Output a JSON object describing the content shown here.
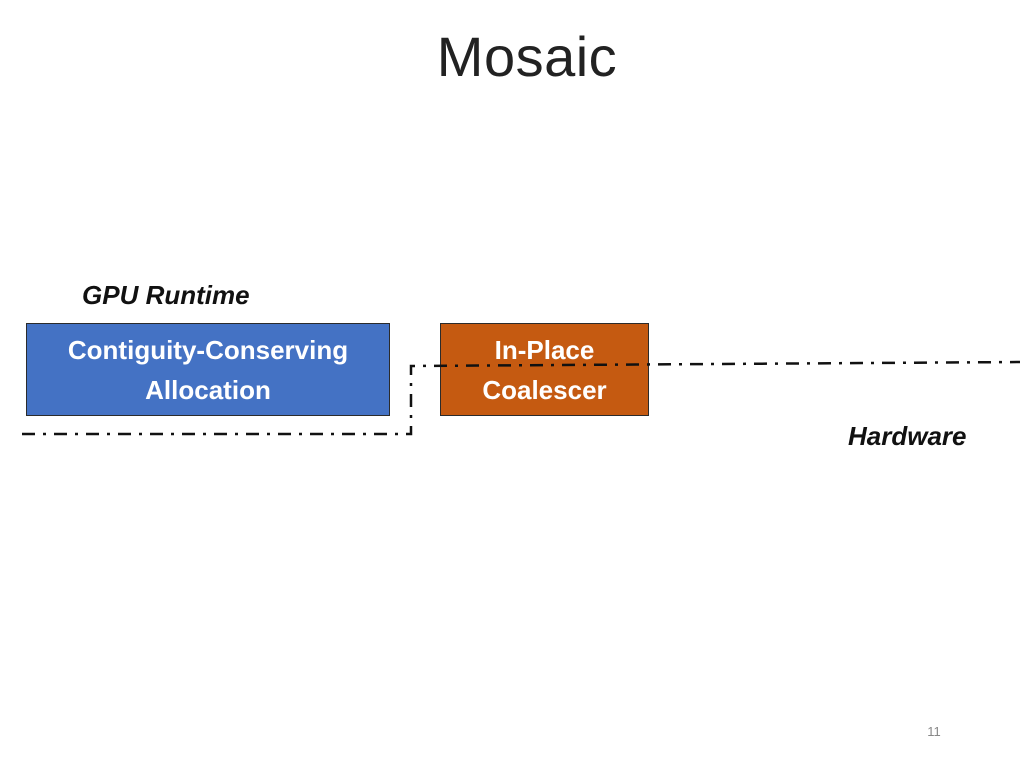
{
  "slide": {
    "title": "Mosaic",
    "page_number": "11"
  },
  "layers": {
    "gpu_runtime_label": "GPU Runtime",
    "hardware_label": "Hardware"
  },
  "components": {
    "allocation": {
      "line1": "Contiguity-Conserving",
      "line2": "Allocation",
      "color": "#4472c4"
    },
    "coalescer": {
      "line1": "In-Place",
      "line2": "Coalescer",
      "color": "#c55a11"
    }
  },
  "boundary": {
    "style": "dash-dot",
    "color": "#111111"
  }
}
